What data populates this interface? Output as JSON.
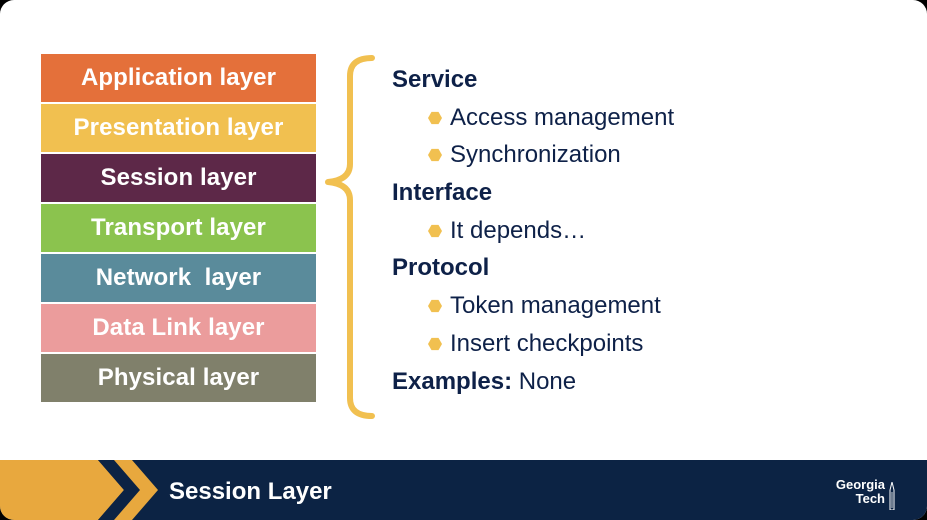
{
  "layers": [
    {
      "label": "Application layer",
      "color": "#e4703a"
    },
    {
      "label": "Presentation layer",
      "color": "#f1c050"
    },
    {
      "label": "Session layer",
      "color": "#5d2848"
    },
    {
      "label": "Transport layer",
      "color": "#8bc34e"
    },
    {
      "label": "Network  layer",
      "color": "#5a8b9b"
    },
    {
      "label": "Data Link layer",
      "color": "#eb9c9c"
    },
    {
      "label": "Physical layer",
      "color": "#80806b"
    }
  ],
  "content": {
    "service": {
      "heading": "Service",
      "bullets": [
        "Access management",
        "Synchronization"
      ]
    },
    "interface": {
      "heading": "Interface",
      "bullets": [
        "It depends…"
      ]
    },
    "protocol": {
      "heading": "Protocol",
      "bullets": [
        "Token management",
        "Insert checkpoints"
      ]
    },
    "examples": {
      "heading": "Examples:",
      "value": "None"
    }
  },
  "footer": {
    "title": "Session Layer",
    "logo_line1": "Georgia",
    "logo_line2": "Tech"
  },
  "colors": {
    "text": "#0e2148",
    "accent_gold": "#f1c050",
    "footer_bg": "#0c2344"
  },
  "icons": {
    "bullet": "hexagon-bullet-icon",
    "brace": "curly-brace-icon",
    "chevron": "chevron-right-icon",
    "logo": "georgia-tech-logo"
  }
}
